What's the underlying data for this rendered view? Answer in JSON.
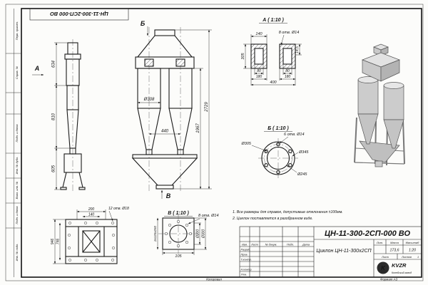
{
  "frame": {
    "stamp_top": "ЦН-11-300-2СП-000 ВО",
    "side_labels": [
      "Перв. примен.",
      "Справ. №",
      "Подп. и дата",
      "Инв. № дубл.",
      "Взам. инв. №",
      "Подп. и дата",
      "Инв. № подл."
    ],
    "copied": "Копировал",
    "format": "Формат А3"
  },
  "view_labels": {
    "arrow_a": "А",
    "arrow_b": "Б",
    "arrow_v": "В",
    "detail_a": "А ( 1:10 )",
    "detail_b": "Б ( 1:10 )",
    "detail_v": "В ( 1:10 )"
  },
  "side_view": {
    "dim_top": "634",
    "dim_mid": "810",
    "dim_low": "605"
  },
  "front_view": {
    "dia_body": "Ø308",
    "dim_axes": "440",
    "dim_h1": "1967",
    "dim_total": "2729"
  },
  "detail_a": {
    "dim_top": "140",
    "holes": "8 отв. Ø14",
    "dim_left": "305",
    "dim_right": "14,5",
    "dim_inner_l": "80",
    "dim_outer_l": "180",
    "dim_inner_r": "80",
    "dim_outer_r": "180",
    "dim_total": "400"
  },
  "detail_b": {
    "dia_bolt": "Ø305",
    "holes": "6 отв. Ø14",
    "dia_outer": "Ø345",
    "dia_inner": "Ø245"
  },
  "detail_v": {
    "holes": "8 отв. Ø14",
    "dim_left": "2х125х250",
    "dim_bottom": "105",
    "dia_inner": "Ø200",
    "dia_outer": "Ø300"
  },
  "plan_view": {
    "dim_top1": "200",
    "dim_top2": "140",
    "holes": "12 отв. Ø18",
    "dim_left_outer": "946",
    "dim_left_inner": "746"
  },
  "notes": {
    "line1": "1. Все размеры для справок, допустимые отклонения ±100мм.",
    "line2": "2. Циклон поставляется в разобранном виде."
  },
  "title_block": {
    "doc_number": "ЦН-11-300-2СП-000 ВО",
    "product_name": "Циклон ЦН-11-300х2СП",
    "col_izm": "Изм.",
    "col_list": "Лист",
    "col_doc": "№ докум.",
    "col_sign": "Подп.",
    "col_date": "Дата",
    "row_razrab": "Разраб.",
    "row_prov": "Пров.",
    "row_tkontr": "Т.контр.",
    "row_nkontr": "Н.контр.",
    "row_utv": "Утв.",
    "lit_label": "Лит.",
    "mass_label": "Масса",
    "scale_label": "Масштаб",
    "mass_value": "173,6",
    "scale_value": "1:20",
    "sheet_label": "Лист",
    "sheets_label": "Листов",
    "sheets_value": "1",
    "logo": "KVZR",
    "company_line1": "Копейский завод"
  }
}
